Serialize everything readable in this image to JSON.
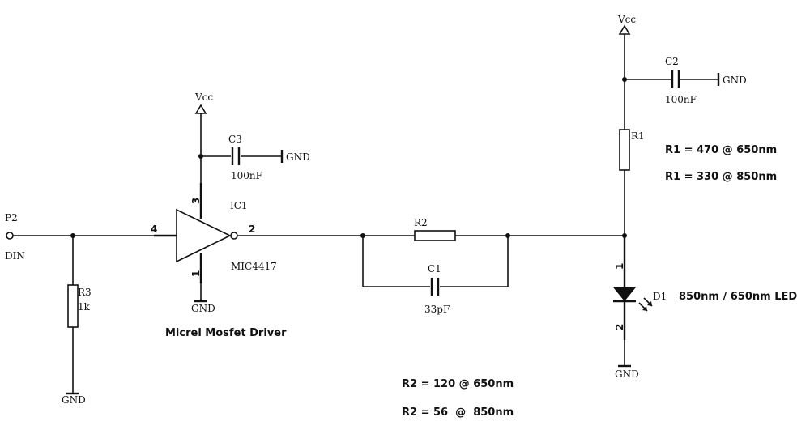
{
  "power": {
    "vcc": "Vcc",
    "gnd": "GND"
  },
  "connector": {
    "ref": "P2",
    "net": "DIN"
  },
  "r3": {
    "ref": "R3",
    "value": "1k"
  },
  "ic1": {
    "ref": "IC1",
    "part": "MIC4417",
    "input_pin": "4",
    "output_pin": "2",
    "vcc_pin": "3",
    "gnd_pin": "1",
    "caption": "Micrel Mosfet Driver"
  },
  "c3": {
    "ref": "C3",
    "value": "100nF"
  },
  "r2": {
    "ref": "R2"
  },
  "c1": {
    "ref": "C1",
    "value": "33pF"
  },
  "c2": {
    "ref": "C2",
    "value": "100nF"
  },
  "r1": {
    "ref": "R1"
  },
  "d1": {
    "ref": "D1",
    "anode_pin": "1",
    "cathode_pin": "2",
    "desc": "850nm / 650nm LED"
  },
  "notes": {
    "r1_650": "R1 = 470 @ 650nm",
    "r1_850": "R1 = 330 @ 850nm",
    "r2_650": "R2 = 120 @ 650nm",
    "r2_850": "R2 = 56  @  850nm"
  }
}
